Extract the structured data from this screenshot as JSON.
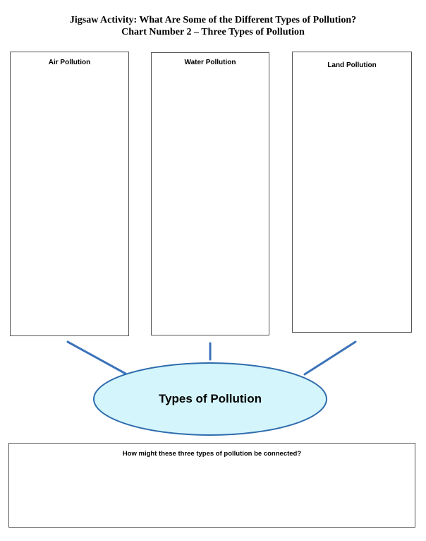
{
  "header": {
    "title_line_1": "Jigsaw Activity: What Are Some of the Different Types of Pollution?",
    "title_line_2": "Chart Number 2 – Three Types of Pollution"
  },
  "columns": [
    {
      "label": "Air Pollution"
    },
    {
      "label": "Water Pollution"
    },
    {
      "label": "Land Pollution"
    }
  ],
  "center": {
    "label": "Types of Pollution"
  },
  "question": {
    "prompt": "How might these three types of pollution be connected?"
  },
  "colors": {
    "ellipse_fill": "#d3f5fb",
    "ellipse_stroke": "#2e6cae",
    "connector": "#3b73b9",
    "box_border": "#555555"
  }
}
